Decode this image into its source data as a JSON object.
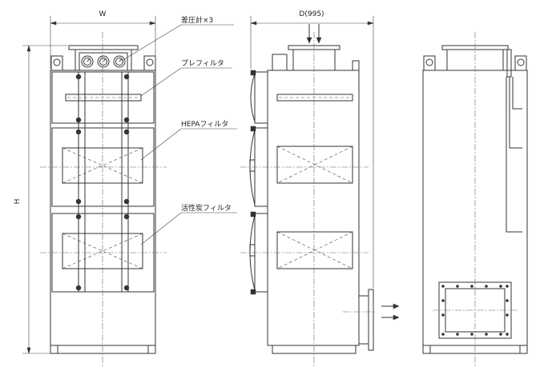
{
  "dimensions": {
    "width_label": "W",
    "depth_label": "D(995)",
    "height_label": "H"
  },
  "callouts": {
    "gauges": "差圧計×3",
    "prefilter": "プレフィルタ",
    "hepa": "HEPAフィルタ",
    "carbon": "活性炭フィルタ"
  },
  "colors": {
    "line": "#333333",
    "background": "#ffffff"
  }
}
